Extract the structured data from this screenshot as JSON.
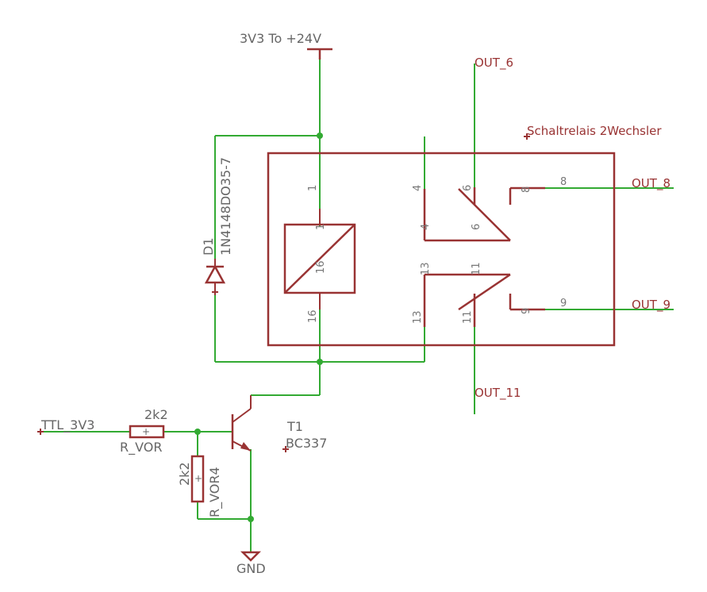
{
  "supply": {
    "label": "3V3 To +24V"
  },
  "ground": {
    "label": "GND"
  },
  "relay": {
    "title": "Schaltrelais 2Wechsler",
    "pins": {
      "p1a": "1",
      "p1b": "1",
      "p16a": "16",
      "p16b": "16",
      "p4a": "4",
      "p4b": "4",
      "p6a": "6",
      "p6b": "6",
      "p8a": "8",
      "p8b": "8",
      "p13a": "13",
      "p13b": "13",
      "p11a": "11",
      "p11b": "11",
      "p9a": "9",
      "p9b": "9"
    }
  },
  "outputs": {
    "out6": "OUT_6",
    "out8": "OUT_8",
    "out9": "OUT_9",
    "out11": "OUT_11"
  },
  "diode": {
    "name": "D1",
    "value": "1N4148DO35-7"
  },
  "transistor": {
    "name": "T1",
    "value": "BC337"
  },
  "r_series": {
    "name": "R_VOR",
    "value": "2k2"
  },
  "r_pulldown": {
    "name": "R_VOR4",
    "value": "2k2"
  },
  "input": {
    "label": "TTL_3V3"
  },
  "colors": {
    "wire": "#33aa33",
    "symbol": "#993333",
    "text": "#666666"
  }
}
